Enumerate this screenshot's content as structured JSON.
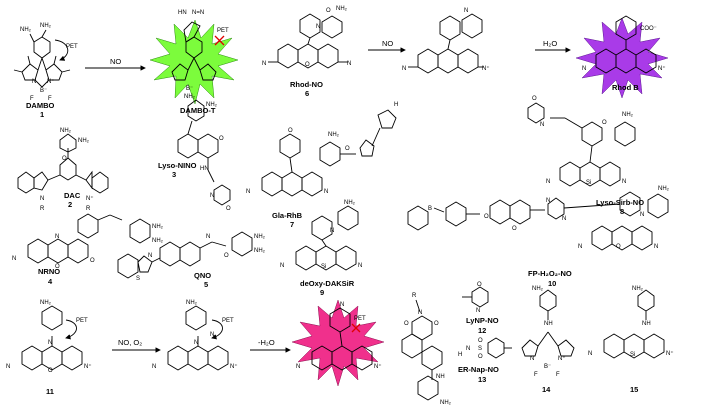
{
  "colors": {
    "green_burst": "#7CFC3C",
    "purple_burst": "#A93BE8",
    "pink_burst": "#F0308C"
  },
  "icons": {
    "burst": "star-burst",
    "arrow": "reaction-arrow",
    "pet_arrow": "curved-arrow",
    "pet_block": "red-cross"
  },
  "reactions": {
    "r1": {
      "reagent": "NO"
    },
    "r2a": {
      "reagent": "NO"
    },
    "r2b": {
      "reagent": "H₂O"
    },
    "r3a": {
      "reagent": "NO, O₂"
    },
    "r3b": {
      "reagent": "-H₂O"
    }
  },
  "compounds": [
    {
      "name": "DAMBO",
      "number": "1"
    },
    {
      "name": "DAMBO-T",
      "number": ""
    },
    {
      "name": "Rhod-NO",
      "number": "6"
    },
    {
      "name": "Rhod B",
      "number": ""
    },
    {
      "name": "DAC",
      "number": "2"
    },
    {
      "name": "Lyso-NINO",
      "number": "3"
    },
    {
      "name": "Gla-RhB",
      "number": "7"
    },
    {
      "name": "Lyso-Sirb-NO",
      "number": "8"
    },
    {
      "name": "NRNO",
      "number": "4"
    },
    {
      "name": "QNO",
      "number": "5"
    },
    {
      "name": "deOxy-DAKSiR",
      "number": "9"
    },
    {
      "name": "FP-H₂O₂-NO",
      "number": "10"
    },
    {
      "name": "",
      "number": "11"
    },
    {
      "name": "LyNP-NO",
      "number": "12"
    },
    {
      "name": "ER-Nap-NO",
      "number": "13"
    },
    {
      "name": "",
      "number": "14"
    },
    {
      "name": "",
      "number": "15"
    }
  ],
  "atoms": {
    "nh2": "NH₂",
    "n": "N",
    "np": "N⁺",
    "b": "B",
    "bm": "B⁻",
    "f": "F",
    "o": "O",
    "si": "Si",
    "s": "S",
    "r": "R",
    "nh": "NH",
    "hn": "HN",
    "n_o": "N",
    "coo": "COO⁻",
    "pet": "PET",
    "hn_n": "HN",
    "nn": "N=N",
    "h": "H"
  }
}
